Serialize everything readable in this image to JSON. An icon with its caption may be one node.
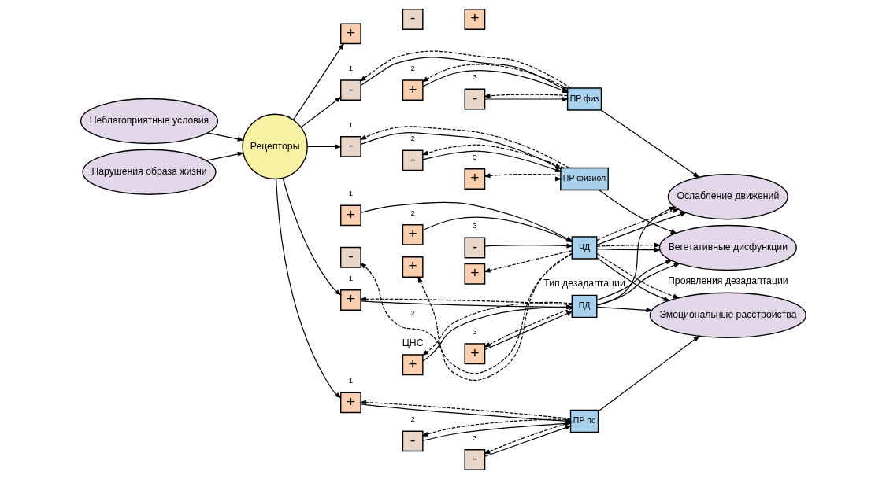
{
  "diagram": {
    "nodes": [
      {
        "text": [
          "Неблагоприятные условия"
        ]
      },
      {
        "text": [
          "Нарушения образа жизни"
        ]
      },
      {
        "text": [
          "Рецепторы"
        ]
      },
      {
        "text": [
          "+"
        ]
      },
      {
        "text": [
          "+"
        ]
      },
      {
        "text": [
          "+"
        ]
      },
      {
        "text": [
          "ПД"
        ]
      },
      {
        "text": [
          "+"
        ]
      },
      {
        "text": [
          "+"
        ]
      },
      {
        "text": [
          "-"
        ]
      },
      {
        "text": [
          "+"
        ]
      },
      {
        "text": [
          "-"
        ]
      },
      {
        "text": [
          "+"
        ]
      },
      {
        "text": [
          "-"
        ]
      },
      {
        "text": [
          "+"
        ]
      },
      {
        "text": [
          "+"
        ]
      },
      {
        "text": [
          "ЧД"
        ]
      },
      {
        "text": [
          "+"
        ]
      },
      {
        "text": [
          "-"
        ]
      },
      {
        "text": [
          "-"
        ]
      },
      {
        "text": [
          "ПР пс"
        ]
      },
      {
        "text": [
          "-"
        ]
      },
      {
        "text": [
          "+"
        ]
      },
      {
        "text": [
          "-"
        ]
      },
      {
        "text": [
          "ПР физ"
        ]
      },
      {
        "text": [
          "-"
        ]
      },
      {
        "text": [
          "-"
        ]
      },
      {
        "text": [
          "+"
        ]
      },
      {
        "text": [
          "ПР физиол"
        ]
      },
      {
        "text": [
          "Эмоциональные расстройства"
        ]
      },
      {
        "text": [
          "Ослабление движений"
        ]
      },
      {
        "text": [
          "Вегетативные дисфункции"
        ]
      }
    ],
    "edges": [
      {
        "from": 0,
        "to": 2,
        "arrow": "to"
      },
      {
        "from": 1,
        "to": 2,
        "arrow": "to"
      },
      {
        "from": 2,
        "to": 3,
        "arrow": "to"
      },
      {
        "from": 2,
        "to": 10,
        "arrow": "to"
      },
      {
        "from": 2,
        "to": 17,
        "arrow": "to"
      },
      {
        "from": 2,
        "to": 21,
        "arrow": "to"
      },
      {
        "from": 2,
        "to": 25,
        "arrow": "to"
      },
      {
        "from": 3,
        "to": 6,
        "arrow": "to"
      },
      {
        "from": 4,
        "to": 6,
        "arrow": "to"
      },
      {
        "from": 5,
        "to": 6,
        "arrow": "to"
      },
      {
        "from": 6,
        "to": 3,
        "arrow": "to",
        "style": "dashed"
      },
      {
        "from": 6,
        "to": 4,
        "arrow": "to",
        "style": "dashed"
      },
      {
        "from": 6,
        "to": 5,
        "arrow": "to",
        "style": "dashed"
      },
      {
        "from": 7,
        "to": 16,
        "arrow": "to"
      },
      {
        "from": 8,
        "to": 16,
        "arrow": "to"
      },
      {
        "from": 9,
        "to": 16,
        "arrow": "to"
      },
      {
        "from": 16,
        "to": 13,
        "arrow": "to",
        "style": "dashed"
      },
      {
        "from": 16,
        "to": 14,
        "arrow": "to",
        "style": "dashed"
      },
      {
        "from": 16,
        "to": 15,
        "arrow": "to",
        "style": "dashed"
      },
      {
        "from": 17,
        "to": 20,
        "arrow": "to"
      },
      {
        "from": 18,
        "to": 20,
        "arrow": "to"
      },
      {
        "from": 19,
        "to": 20,
        "arrow": "to"
      },
      {
        "from": 20,
        "to": 17,
        "arrow": "to",
        "style": "dashed"
      },
      {
        "from": 20,
        "to": 18,
        "arrow": "to",
        "style": "dashed"
      },
      {
        "from": 20,
        "to": 19,
        "arrow": "to",
        "style": "dashed"
      },
      {
        "from": 21,
        "to": 24,
        "arrow": "to"
      },
      {
        "from": 22,
        "to": 24,
        "arrow": "to"
      },
      {
        "from": 23,
        "to": 24,
        "arrow": "to"
      },
      {
        "from": 24,
        "to": 21,
        "arrow": "to",
        "style": "dashed"
      },
      {
        "from": 24,
        "to": 22,
        "arrow": "to",
        "style": "dashed"
      },
      {
        "from": 24,
        "to": 23,
        "arrow": "to",
        "style": "dashed"
      },
      {
        "from": 25,
        "to": 28,
        "arrow": "to"
      },
      {
        "from": 26,
        "to": 28,
        "arrow": "to"
      },
      {
        "from": 27,
        "to": 28,
        "arrow": "to"
      },
      {
        "from": 28,
        "to": 25,
        "arrow": "to",
        "style": "dashed"
      },
      {
        "from": 28,
        "to": 26,
        "arrow": "to",
        "style": "dashed"
      },
      {
        "from": 28,
        "to": 27,
        "arrow": "to",
        "style": "dashed"
      },
      {
        "from": 6,
        "to": 29,
        "arrow": "to"
      },
      {
        "from": 6,
        "to": 30,
        "arrow": "to"
      },
      {
        "from": 6,
        "to": 31,
        "arrow": "to"
      },
      {
        "from": 6,
        "to": 31,
        "arrow": "to"
      },
      {
        "from": 16,
        "to": 29,
        "arrow": "to"
      },
      {
        "from": 16,
        "to": 29,
        "arrow": "to",
        "style": "dashed"
      },
      {
        "from": 16,
        "to": 30,
        "arrow": "to"
      },
      {
        "from": 16,
        "to": 30,
        "arrow": "to",
        "style": "dashed"
      },
      {
        "from": 16,
        "to": 31,
        "arrow": "to"
      },
      {
        "from": 16,
        "to": 31,
        "arrow": "to",
        "style": "dashed"
      },
      {
        "from": 20,
        "to": 29,
        "arrow": "to"
      },
      {
        "from": 24,
        "to": 30,
        "arrow": "to"
      },
      {
        "from": 28,
        "to": 31,
        "arrow": "to"
      }
    ],
    "labels": [
      "ЦНС",
      "Тип дезадаптации",
      "Проявления дезадаптации",
      "1",
      "2",
      "3",
      "1",
      "2",
      "3",
      "1",
      "2",
      "3",
      "1",
      "2",
      "3",
      "1",
      "2",
      "3"
    ]
  }
}
